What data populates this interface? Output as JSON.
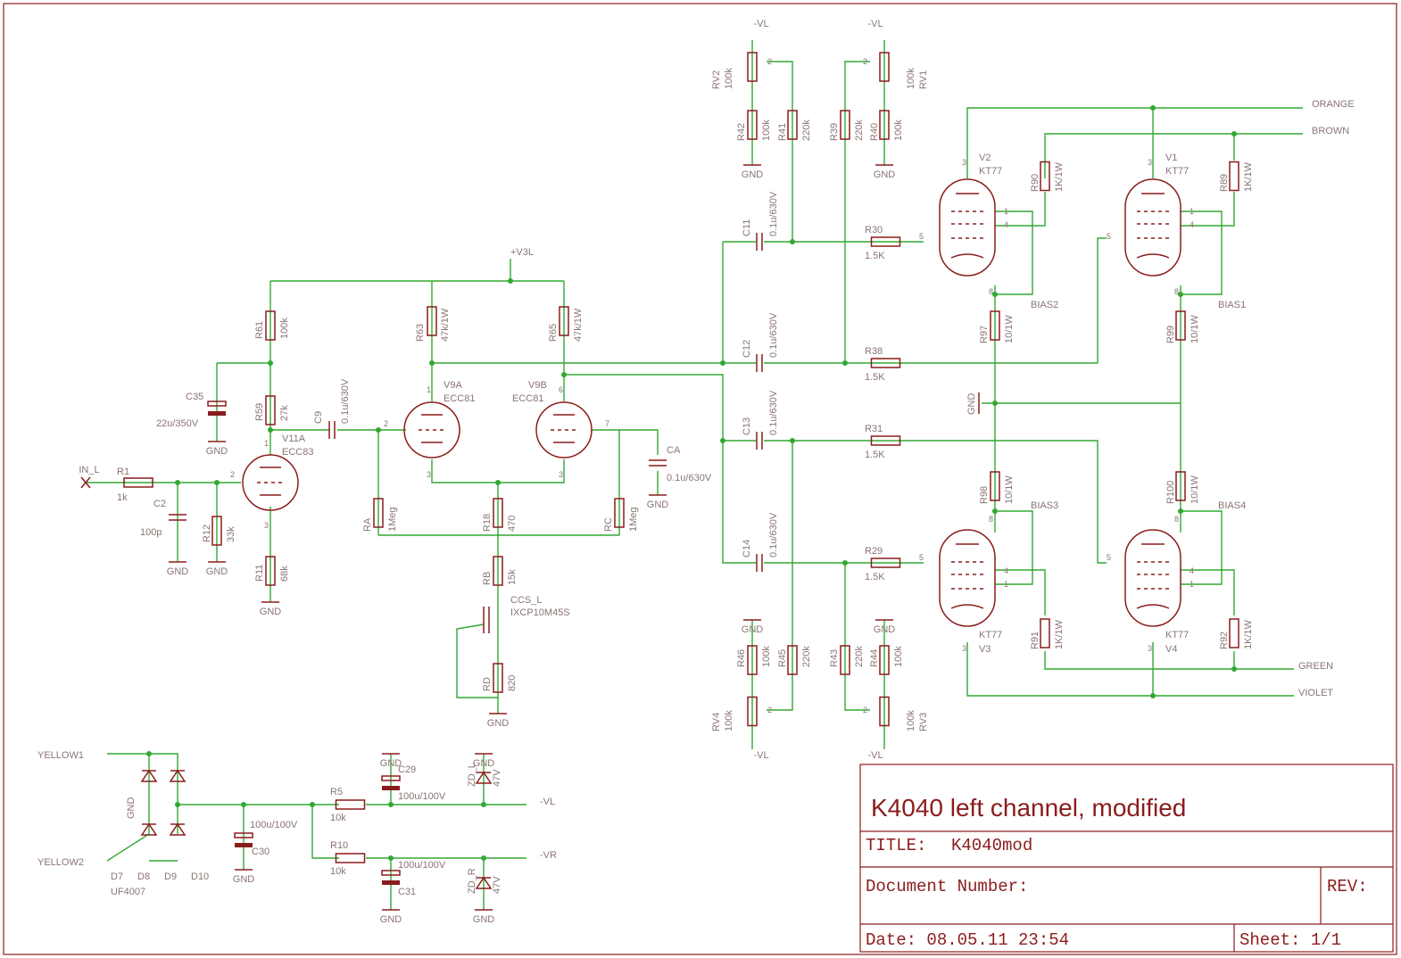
{
  "colors": {
    "component": "#8b1c1c",
    "wire": "#32a832",
    "label": "#8b7474",
    "background": "#ffffff"
  },
  "title_block": {
    "heading": "K4040 left channel, modified",
    "title_label": "TITLE:",
    "title_value": "K4040mod",
    "docnum_label": "Document Number:",
    "rev_label": "REV:",
    "date": "Date: 08.05.11 23:54",
    "sheet": "Sheet: 1/1"
  },
  "nets": {
    "vl": "-VL",
    "vr": "-VR",
    "v3l": "+V3L",
    "gnd": "GND",
    "in": "IN_L",
    "orange": "ORANGE",
    "brown": "BROWN",
    "green": "GREEN",
    "violet": "VIOLET",
    "yellow1": "YELLOW1",
    "yellow2": "YELLOW2",
    "bias1": "BIAS1",
    "bias2": "BIAS2",
    "bias3": "BIAS3",
    "bias4": "BIAS4"
  },
  "components": {
    "r1": {
      "name": "R1",
      "value": "1k"
    },
    "c2": {
      "name": "C2",
      "value": "100p"
    },
    "r12": {
      "name": "R12",
      "value": "33k"
    },
    "r11": {
      "name": "R11",
      "value": "68k"
    },
    "r59": {
      "name": "R59",
      "value": "27k"
    },
    "r61": {
      "name": "R61",
      "value": "100k"
    },
    "c35": {
      "name": "C35",
      "value": "22u/350V"
    },
    "v11a": {
      "name": "V11A",
      "value": "ECC83"
    },
    "c9": {
      "name": "C9",
      "value": "0.1u/630V"
    },
    "v9a": {
      "name": "V9A",
      "value": "ECC81"
    },
    "v9b": {
      "name": "V9B",
      "value": "ECC81"
    },
    "r63": {
      "name": "R63",
      "value": "47k/1W"
    },
    "r65": {
      "name": "R65",
      "value": "47k/1W"
    },
    "ra": {
      "name": "RA",
      "value": "1Meg"
    },
    "rc": {
      "name": "RC",
      "value": "1Meg"
    },
    "r18": {
      "name": "R18",
      "value": "470"
    },
    "rb": {
      "name": "RB",
      "value": "15k"
    },
    "rd": {
      "name": "RD",
      "value": "820"
    },
    "ccs": {
      "name": "CCS_L",
      "value": "IXCP10M45S"
    },
    "ca": {
      "name": "CA",
      "value": "0.1u/630V"
    },
    "c11": {
      "name": "C11",
      "value": "0.1u/630V"
    },
    "c12": {
      "name": "C12",
      "value": "0.1u/630V"
    },
    "c13": {
      "name": "C13",
      "value": "0.1u/630V"
    },
    "c14": {
      "name": "C14",
      "value": "0.1u/630V"
    },
    "r30": {
      "name": "R30",
      "value": "1.5K"
    },
    "r38": {
      "name": "R38",
      "value": "1.5K"
    },
    "r31": {
      "name": "R31",
      "value": "1.5K"
    },
    "r29": {
      "name": "R29",
      "value": "1.5K"
    },
    "rv2": {
      "name": "RV2",
      "value": "100k"
    },
    "rv1": {
      "name": "RV1",
      "value": "100k"
    },
    "rv4": {
      "name": "RV4",
      "value": "100k"
    },
    "rv3": {
      "name": "RV3",
      "value": "100k"
    },
    "r42": {
      "name": "R42",
      "value": "100k"
    },
    "r41": {
      "name": "R41",
      "value": "220k"
    },
    "r39": {
      "name": "R39",
      "value": "220k"
    },
    "r40": {
      "name": "R40",
      "value": "100k"
    },
    "r46": {
      "name": "R46",
      "value": "100k"
    },
    "r45": {
      "name": "R45",
      "value": "220k"
    },
    "r43": {
      "name": "R43",
      "value": "220k"
    },
    "r44": {
      "name": "R44",
      "value": "100k"
    },
    "v1": {
      "name": "V1",
      "value": "KT77"
    },
    "v2": {
      "name": "V2",
      "value": "KT77"
    },
    "v3": {
      "name": "V3",
      "value": "KT77"
    },
    "v4": {
      "name": "V4",
      "value": "KT77"
    },
    "r90": {
      "name": "R90",
      "value": "1K/1W"
    },
    "r89": {
      "name": "R89",
      "value": "1K/1W"
    },
    "r91": {
      "name": "R91",
      "value": "1K/1W"
    },
    "r92": {
      "name": "R92",
      "value": "1K/1W"
    },
    "r97": {
      "name": "R97",
      "value": "10/1W"
    },
    "r99": {
      "name": "R99",
      "value": "10/1W"
    },
    "r98": {
      "name": "R98",
      "value": "10/1W"
    },
    "r100": {
      "name": "R100",
      "value": "10/1W"
    },
    "diodes": {
      "names": [
        "D7",
        "D8",
        "D9",
        "D10"
      ],
      "value": "UF4007"
    },
    "c30": {
      "name": "C30",
      "value": "100u/100V"
    },
    "c29": {
      "name": "C29",
      "value": "100u/100V"
    },
    "c31": {
      "name": "C31",
      "value": "100u/100V"
    },
    "r5": {
      "name": "R5",
      "value": "10k"
    },
    "r10": {
      "name": "R10",
      "value": "10k"
    },
    "zdl": {
      "name": "ZD_L",
      "value": "47V"
    },
    "zdr": {
      "name": "ZD_R",
      "value": "47V"
    }
  },
  "pins": {
    "p1": "1",
    "p2": "2",
    "p3": "3",
    "p4": "4",
    "p5": "5",
    "p6": "6",
    "p7": "7",
    "p8": "8"
  }
}
